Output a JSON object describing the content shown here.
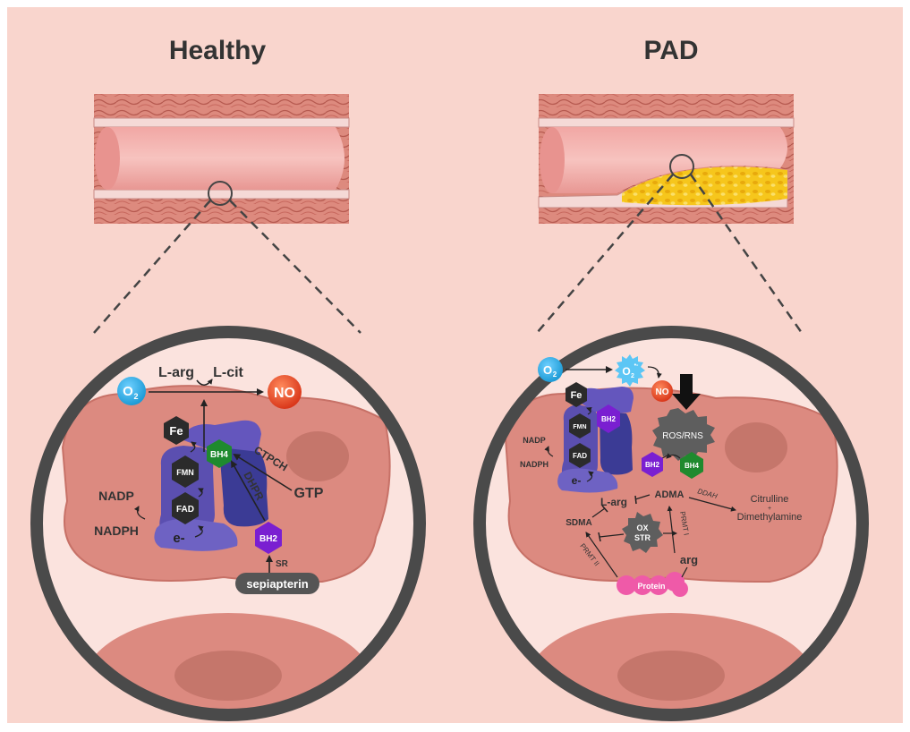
{
  "panels": {
    "healthy": {
      "title": "Healthy",
      "o2": "O",
      "o2_sub": "2",
      "l_arg": "L-arg",
      "l_cit": "L-cit",
      "no": "NO",
      "fe": "Fe",
      "fmn": "FMN",
      "fad": "FAD",
      "electron": "e-",
      "bh4": "BH4",
      "bh2": "BH2",
      "ctpch": "CTPCH",
      "dhpr": "DHPR",
      "gtp": "GTP",
      "nadp": "NADP",
      "nadph": "NADPH",
      "sr": "SR",
      "sepiapterin": "sepiapterin"
    },
    "pad": {
      "title": "PAD",
      "o2": "O",
      "o2_sub": "2",
      "superoxide": "O",
      "superoxide_sub": "2",
      "superoxide_sup": "•-",
      "no": "NO",
      "ros_rns": "ROS/RNS",
      "fe": "Fe",
      "fmn": "FMN",
      "fad": "FAD",
      "electron": "e-",
      "bh2_enzyme": "BH2",
      "bh2": "BH2",
      "bh4": "BH4",
      "nadp": "NADP",
      "nadph": "NADPH",
      "l_arg": "L-arg",
      "adma": "ADMA",
      "ddah": "DDAH",
      "citrulline": "Citrulline",
      "plus": "+",
      "dimethylamine": "Dimethylamine",
      "sdma": "SDMA",
      "ox": "OX",
      "str": "STR",
      "prmt1": "PRMT I",
      "prmt2": "PRMT II",
      "arg": "arg",
      "protein": "Protein"
    }
  },
  "colors": {
    "background": "#f9d5cd",
    "o2": "#29a8e0",
    "no": "#e8431f",
    "bh4": "#1f8a2e",
    "bh2": "#7a1fd1",
    "hexagon": "#2b2b2b",
    "enzyme": "#5b4fb0",
    "protein": "#ef5aa8",
    "plaque": "#f3c21a"
  }
}
